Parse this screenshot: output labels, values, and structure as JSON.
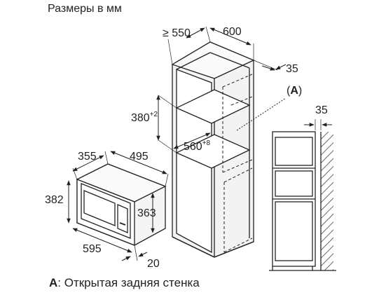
{
  "title": "Размеры в мм",
  "caption": {
    "letter": "A",
    "text": ": Открытая задняя стенка"
  },
  "cabinet": {
    "depth_min": "≥ 550",
    "width": "600",
    "vent_gap": "35",
    "niche_height": "380",
    "niche_height_tol": "+2",
    "niche_width": "560",
    "niche_width_tol": "+8",
    "marker": "A"
  },
  "side_view": {
    "wall_gap": "35"
  },
  "microwave": {
    "depth": "355",
    "body_depth": "495",
    "height": "382",
    "inner_height": "363",
    "width": "595",
    "front_depth": "20"
  }
}
